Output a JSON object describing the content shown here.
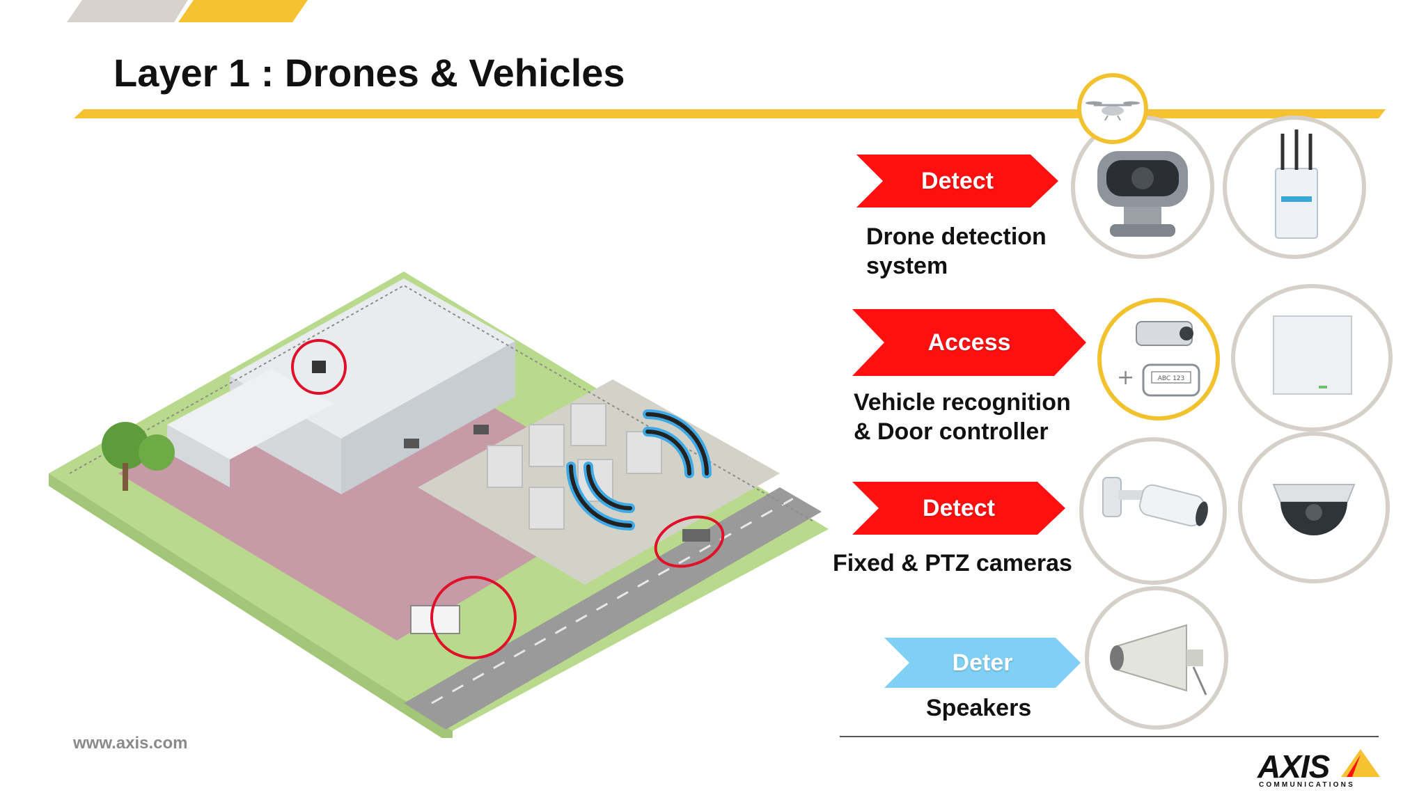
{
  "title": "Layer 1 : Drones & Vehicles",
  "footer": {
    "url": "www.axis.com",
    "logo_text": "AXIS",
    "logo_sub": "COMMUNICATIONS"
  },
  "colors": {
    "accent_yellow": "#F6C231",
    "action_red": "#FF1010",
    "deter_blue": "#7FD0F4",
    "circle_gray": "#D6D0CB"
  },
  "layers": [
    {
      "action": "Detect",
      "action_color": "red",
      "description": [
        "Drone detection",
        "system"
      ],
      "devices": [
        "ptz-camera-icon",
        "radio-antenna-icon"
      ],
      "badge": "drone-icon"
    },
    {
      "action": "Access",
      "action_color": "red",
      "description": [
        "Vehicle recognition",
        "& Door controller"
      ],
      "devices": [
        "license-plate-camera-icon",
        "door-controller-icon"
      ],
      "plate_text": "ABC 123"
    },
    {
      "action": "Detect",
      "action_color": "red",
      "description": [
        "Fixed & PTZ cameras"
      ],
      "devices": [
        "bullet-camera-icon",
        "dome-camera-icon"
      ]
    },
    {
      "action": "Deter",
      "action_color": "blue",
      "description": [
        "Speakers"
      ],
      "devices": [
        "horn-speaker-icon"
      ]
    }
  ],
  "illustration": {
    "name": "site-isometric-illustration",
    "highlights": [
      "drone-camera-highlight",
      "car-highlight",
      "truck-highlight"
    ],
    "signal": "wireless-signal-icon"
  }
}
